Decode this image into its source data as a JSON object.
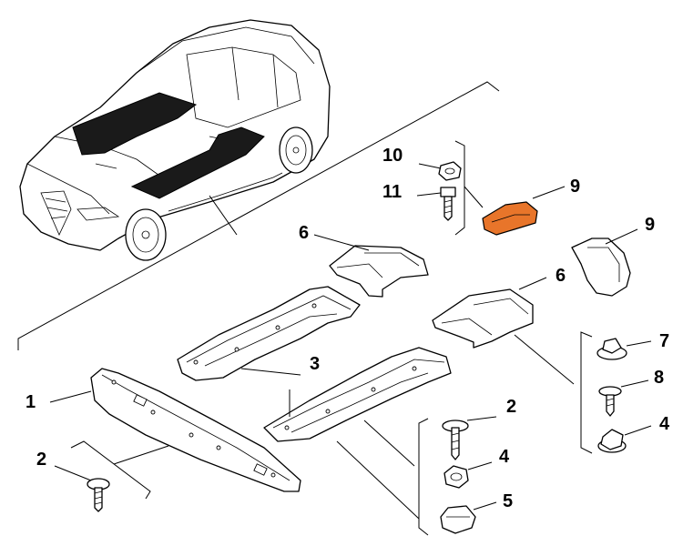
{
  "diagram": {
    "callouts": {
      "c1": "1",
      "c2a": "2",
      "c2b": "2",
      "c3": "3",
      "c4a": "4",
      "c4b": "4",
      "c5": "5",
      "c6a": "6",
      "c6b": "6",
      "c7": "7",
      "c8": "8",
      "c9a": "9",
      "c9b": "9",
      "c10": "10",
      "c11": "11"
    },
    "highlight_color": "#e8752a"
  }
}
